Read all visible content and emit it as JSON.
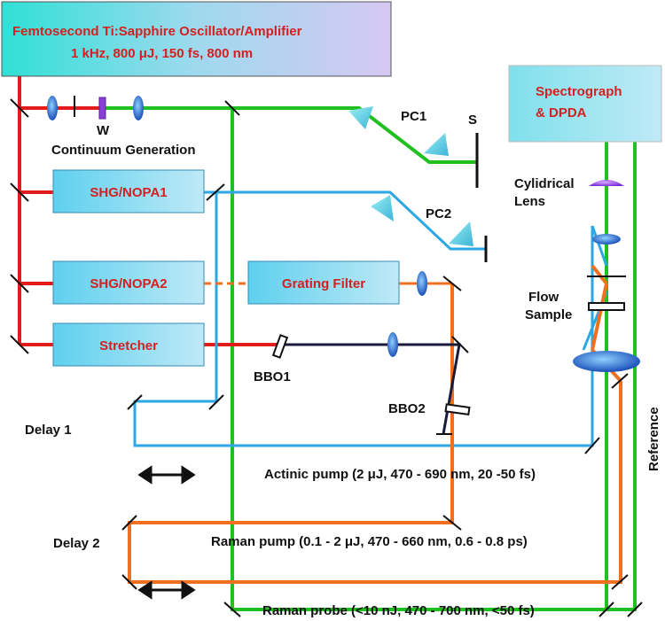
{
  "colors": {
    "red": "#e21b1b",
    "green": "#21c021",
    "blue": "#2aa8e6",
    "orange": "#f07020",
    "navy": "#1a1a3a",
    "box_red_text": "#d42020"
  },
  "laser": {
    "title": "Femtosecond Ti:Sapphire Oscillator/Amplifier",
    "specs": "1 kHz, 800 μJ, 150 fs, 800 nm"
  },
  "spectrograph": {
    "line1": "Spectrograph",
    "line2": "& DPDA"
  },
  "modules": {
    "nopa1": "SHG/NOPA1",
    "nopa2": "SHG/NOPA2",
    "stretcher": "Stretcher",
    "grating": "Grating Filter"
  },
  "labels": {
    "w": "W",
    "continuum": "Continuum Generation",
    "pc1": "PC1",
    "pc2": "PC2",
    "s": "S",
    "cyl1": "Cylidrical",
    "cyl2": "Lens",
    "flow1": "Flow",
    "flow2": "Sample",
    "bbo1": "BBO1",
    "bbo2": "BBO2",
    "delay1": "Delay 1",
    "delay2": "Delay 2",
    "reference": "Reference"
  },
  "beams": {
    "actinic": "Actinic pump (2 μJ, 470 - 690 nm, 20 -50 fs)",
    "raman_pump": "Raman pump (0.1 - 2 μJ, 470 - 660 nm, 0.6 - 0.8 ps)",
    "raman_probe": "Raman probe (<10 nJ, 470 - 700 nm, <50 fs)"
  }
}
